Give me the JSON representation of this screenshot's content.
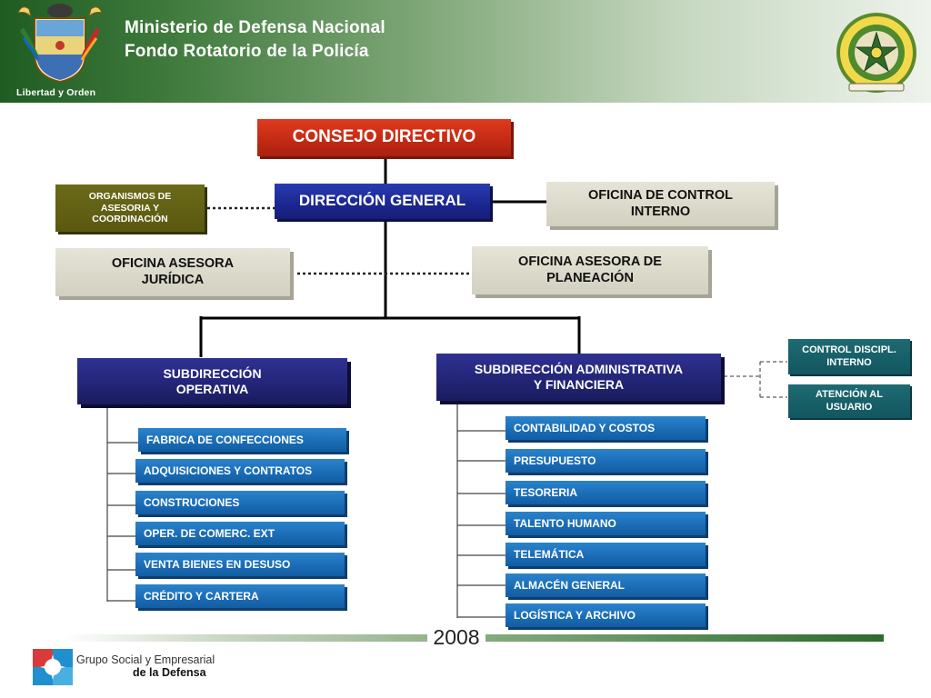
{
  "header": {
    "title_line1": "Ministerio de Defensa Nacional",
    "title_line2": "Fondo Rotatorio de la Policía",
    "motto": "Libertad y Orden"
  },
  "org": {
    "consejo": "CONSEJO DIRECTIVO",
    "direccion": "DIRECCIÓN GENERAL",
    "organismos": "ORGANISMOS DE\nASESORIA Y\nCOORDINACIÓN",
    "control_interno": "OFICINA DE CONTROL\nINTERNO",
    "juridica": "OFICINA ASESORA\nJURÍDICA",
    "planeacion": "OFICINA ASESORA DE\nPLANEACIÓN",
    "sub_operativa": "SUBDIRECCIÓN\nOPERATIVA",
    "sub_admin": "SUBDIRECCIÓN ADMINISTRATIVA\nY  FINANCIERA",
    "control_discipl": "CONTROL DISCIPL.\nINTERNO",
    "atencion": "ATENCIÓN AL\nUSUARIO",
    "operativa_items": [
      "FABRICA DE CONFECCIONES",
      "ADQUISICIONES Y CONTRATOS",
      "CONSTRUCIONES",
      "OPER. DE COMERC. EXT",
      "VENTA BIENES EN DESUSO",
      "CRÉDITO Y CARTERA"
    ],
    "admin_items": [
      "CONTABILIDAD Y COSTOS",
      "PRESUPUESTO",
      "TESORERIA",
      "TALENTO HUMANO",
      "TELEMÁTICA",
      "ALMACÉN GENERAL",
      "LOGÍSTICA Y ARCHIVO"
    ]
  },
  "footer": {
    "year": "2008",
    "group_line1": "Grupo Social y Empresarial",
    "group_line2": "de la Defensa"
  },
  "colors": {
    "header_green": "#1e5c22",
    "consejo_red": "#c42b14",
    "direccion_blue": "#1b2690",
    "sub_navy": "#222475",
    "olive": "#5a5810",
    "office_grey": "#d2d0bf",
    "teal": "#125660",
    "list_blue": "#1a6bb4"
  }
}
